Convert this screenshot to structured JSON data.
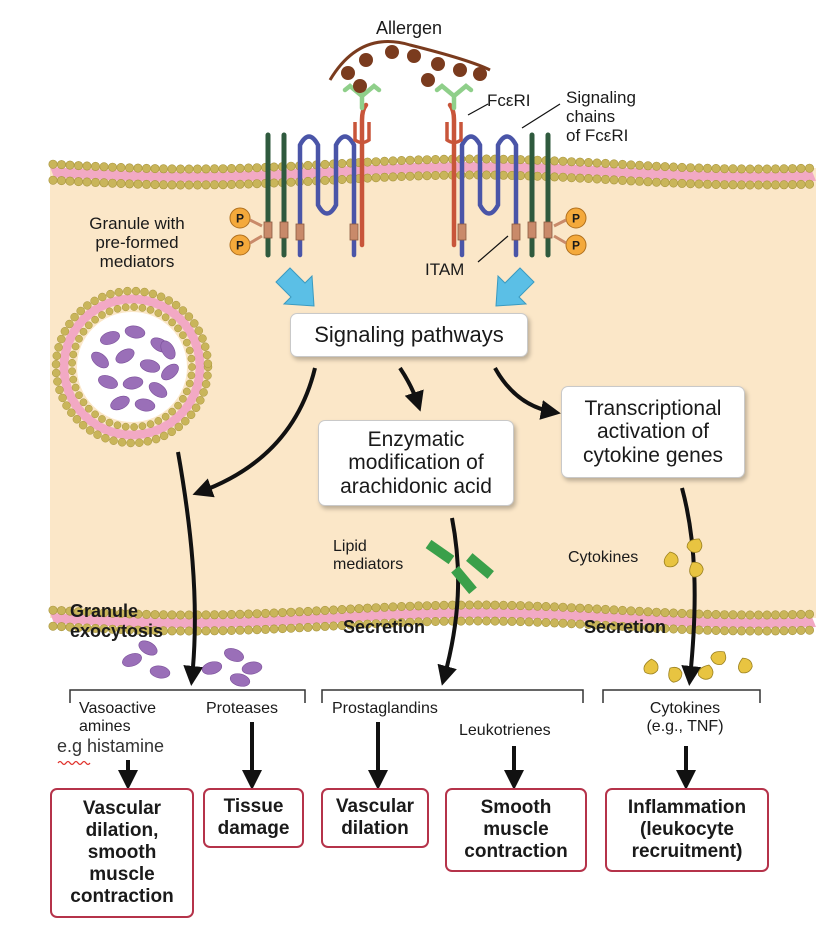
{
  "labels": {
    "allergen": "Allergen",
    "fceri": "FcεRI",
    "signaling_chains": "Signaling\nchains\nof FcεRI",
    "granule_with_mediators": "Granule with\npre-formed\nmediators",
    "itam": "ITAM",
    "p": "P",
    "lipid_mediators": "Lipid\nmediators",
    "cytokines_label": "Cytokines",
    "granule_exocytosis": "Granule\nexocytosis",
    "secretion_middle": "Secretion",
    "secretion_right": "Secretion",
    "vasoactive_amines": "Vasoactive\namines",
    "histamine_note": "e.g histamine",
    "proteases": "Proteases",
    "prostaglandins": "Prostaglandins",
    "leukotrienes": "Leukotrienes",
    "cytokines_tnf": "Cytokines\n(e.g., TNF)"
  },
  "boxes": {
    "signaling_pathways": "Signaling pathways",
    "enzymatic": "Enzymatic\nmodification of\narachidonic acid",
    "transcriptional": "Transcriptional\nactivation of\ncytokine genes"
  },
  "outcomes": {
    "vascular_dilation_smooth": "Vascular\ndilation,\nsmooth\nmuscle\ncontraction",
    "tissue_damage": "Tissue\ndamage",
    "vascular_dilation": "Vascular\ndilation",
    "smooth_muscle_contraction": "Smooth\nmuscle\ncontraction",
    "inflammation": "Inflammation\n(leukocyte\nrecruitment)"
  },
  "colors": {
    "cytoplasm": "#fbe7c8",
    "membrane_head": "#c9b55a",
    "membrane_core": "#f2a9c4",
    "outcome_border": "#b5334a",
    "phosphate": "#f4a93b",
    "receptor_blue": "#4a55a8",
    "receptor_green": "#2f5a3e",
    "antibody_red": "#c8553a",
    "granule_content": "#9a6fb8",
    "lipid_mediator": "#3aa04a",
    "cytokine": "#e8c441",
    "arrow_blue": "#5bbfe6",
    "allergen": "#7a3b1e"
  }
}
